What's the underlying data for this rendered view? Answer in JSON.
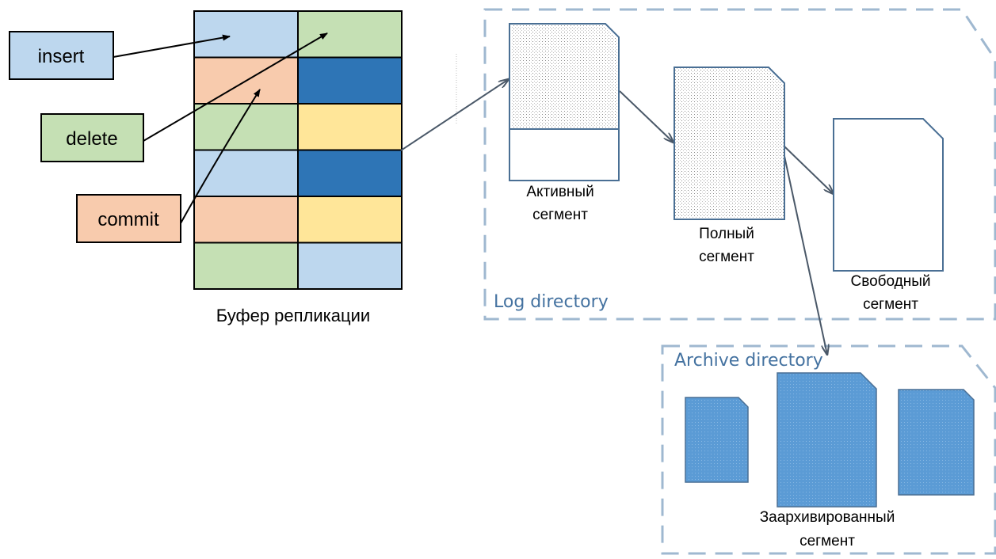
{
  "operations": {
    "insert": "insert",
    "delete": "delete",
    "commit": "commit"
  },
  "buffer": {
    "caption": "Буфер репликации",
    "rows": [
      [
        "light-blue",
        "light-green"
      ],
      [
        "salmon",
        "dark-blue"
      ],
      [
        "light-green",
        "yellow"
      ],
      [
        "light-blue",
        "dark-blue"
      ],
      [
        "salmon",
        "yellow"
      ],
      [
        "light-green",
        "light-blue"
      ]
    ]
  },
  "log_directory": {
    "label": "Log directory",
    "active_segment": [
      "Активный",
      "сегмент"
    ],
    "full_segment": [
      "Полный",
      "сегмент"
    ],
    "free_segment": [
      "Свободный",
      "сегмент"
    ]
  },
  "archive_directory": {
    "label": "Archive directory",
    "archived_segment": [
      "Заархивированный",
      "сегмент"
    ]
  },
  "colors": {
    "light-blue": "#bdd7ee",
    "light-green": "#c5e0b4",
    "salmon": "#f8cbad",
    "dark-blue": "#2e75b6",
    "yellow": "#ffe699",
    "dashed_border": "#9fb8d0",
    "dir_label": "#4472a0",
    "arrow": "#4a5868",
    "doc_outline": "#4a6f94",
    "archived_fill": "#5b9bd5"
  }
}
